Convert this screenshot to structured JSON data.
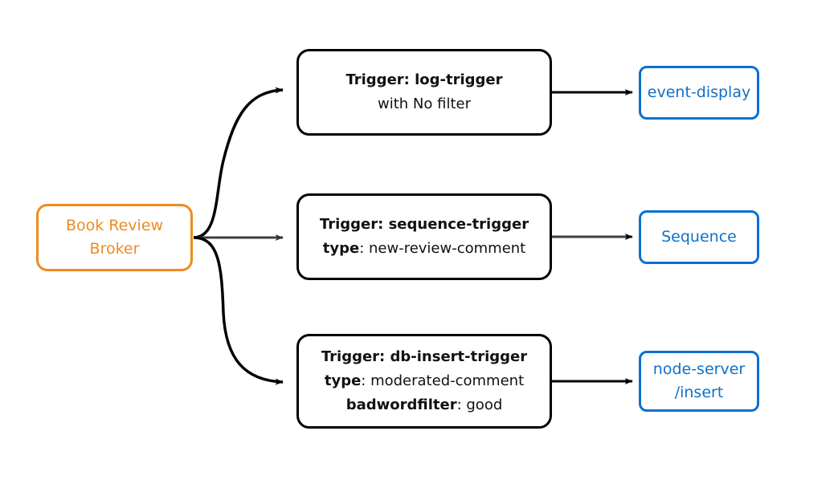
{
  "diagram": {
    "title": "Book Review Broker trigger routing diagram",
    "colors": {
      "source_accent": "#EE8B22",
      "target_accent": "#1070C8",
      "trigger_border": "#000000",
      "edge_black": "#000000",
      "edge_gray": "#3F3F3F",
      "background": "#FFFFFF"
    }
  },
  "source": {
    "name": "book-review-broker",
    "line1": "Book Review",
    "line2": "Broker"
  },
  "triggers": [
    {
      "id": "log-trigger",
      "line1_bold": "Trigger: log-trigger",
      "line2_bold": "",
      "line2_rest": "with No filter",
      "line3_bold": "",
      "line3_rest": ""
    },
    {
      "id": "sequence-trigger",
      "line1_bold": "Trigger: sequence-trigger",
      "line2_bold": "type",
      "line2_rest": ": new-review-comment",
      "line3_bold": "",
      "line3_rest": ""
    },
    {
      "id": "db-insert-trigger",
      "line1_bold": "Trigger: db-insert-trigger",
      "line2_bold": "type",
      "line2_rest": ": moderated-comment",
      "line3_bold": "badwordfilter",
      "line3_rest": ": good"
    }
  ],
  "targets": [
    {
      "id": "event-display",
      "line1": "event-display",
      "line2": ""
    },
    {
      "id": "sequence",
      "line1": "Sequence",
      "line2": ""
    },
    {
      "id": "node-server-insert",
      "line1": "node-server",
      "line2": "/insert"
    }
  ],
  "edges": [
    {
      "id": "broker-to-log-trigger",
      "style": "curved",
      "color": "#000000"
    },
    {
      "id": "broker-to-sequence-trigger",
      "style": "straight",
      "color": "#3F3F3F"
    },
    {
      "id": "broker-to-db-insert-trigger",
      "style": "curved",
      "color": "#000000"
    },
    {
      "id": "log-trigger-to-event-display",
      "style": "straight",
      "color": "#000000"
    },
    {
      "id": "sequence-trigger-to-sequence",
      "style": "straight",
      "color": "#3F3F3F"
    },
    {
      "id": "db-insert-trigger-to-node-server",
      "style": "straight",
      "color": "#000000"
    }
  ]
}
